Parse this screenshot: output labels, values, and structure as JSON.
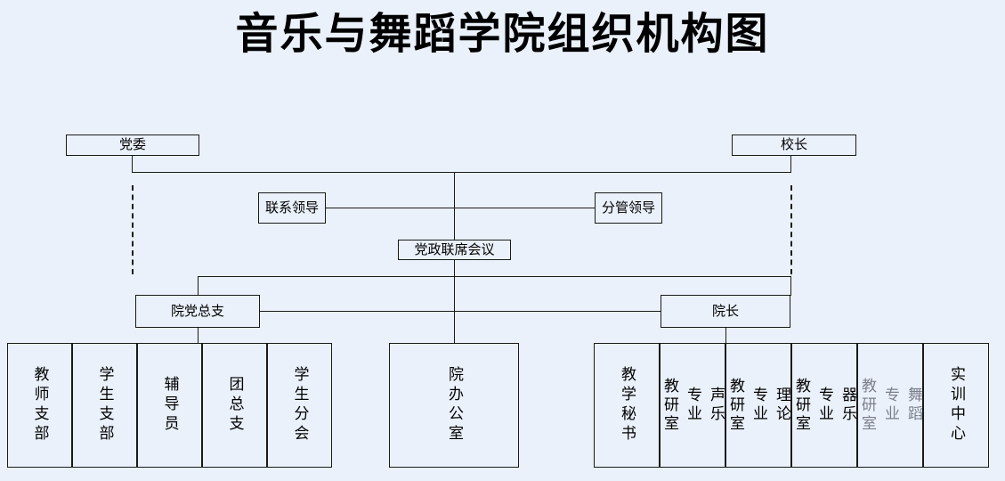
{
  "chart_data": {
    "type": "diagram",
    "title": "音乐与舞蹈学院组织机构图",
    "orientation": "top-down org chart",
    "nodes": [
      {
        "id": "party_committee",
        "label": "党委",
        "level": 1
      },
      {
        "id": "president",
        "label": "校长",
        "level": 1
      },
      {
        "id": "liaison_leader",
        "label": "联系领导",
        "level": 2
      },
      {
        "id": "supervising_leader",
        "label": "分管领导",
        "level": 2
      },
      {
        "id": "joint_meeting",
        "label": "党政联席会议",
        "level": 3
      },
      {
        "id": "college_party_branch",
        "label": "院党总支",
        "level": 4
      },
      {
        "id": "dean",
        "label": "院长",
        "level": 4
      },
      {
        "id": "teacher_branch",
        "label": "教师支部",
        "level": 5
      },
      {
        "id": "student_branch",
        "label": "学生支部",
        "level": 5
      },
      {
        "id": "counselor",
        "label": "辅导员",
        "level": 5
      },
      {
        "id": "youth_league_branch",
        "label": "团总支",
        "level": 5
      },
      {
        "id": "student_union",
        "label": "学生分会",
        "level": 5
      },
      {
        "id": "college_office",
        "label": "院办公室",
        "level": 5
      },
      {
        "id": "teaching_secretary",
        "label": "教学秘书",
        "level": 5
      },
      {
        "id": "vocal_music_office",
        "label": "声乐专业教研室",
        "level": 5
      },
      {
        "id": "theory_office",
        "label": "理论专业教研室",
        "level": 5
      },
      {
        "id": "instrumental_office",
        "label": "器乐专业教研室",
        "level": 5
      },
      {
        "id": "dance_office",
        "label": "舞蹈专业教研室",
        "level": 5
      },
      {
        "id": "training_center",
        "label": "实训中心",
        "level": 5
      }
    ],
    "edges": [
      {
        "from": "party_committee",
        "to": "liaison_leader",
        "style": "solid"
      },
      {
        "from": "president",
        "to": "supervising_leader",
        "style": "solid"
      },
      {
        "from": "liaison_leader",
        "to": "supervising_leader",
        "style": "solid"
      },
      {
        "from": "party_committee",
        "to": "college_party_branch",
        "style": "dashed"
      },
      {
        "from": "president",
        "to": "dean",
        "style": "dashed"
      },
      {
        "from": "joint_meeting",
        "to": "college_party_branch",
        "style": "solid"
      },
      {
        "from": "joint_meeting",
        "to": "dean",
        "style": "solid"
      },
      {
        "from": "joint_meeting",
        "to": "college_office",
        "style": "solid"
      },
      {
        "from": "college_party_branch",
        "to": "teacher_branch",
        "style": "solid"
      },
      {
        "from": "dean",
        "to": "teaching_secretary",
        "style": "solid"
      }
    ]
  },
  "title": "音乐与舞蹈学院组织机构图",
  "nodes": {
    "party_committee": "党委",
    "president": "校长",
    "liaison_leader": "联系领导",
    "supervising_leader": "分管领导",
    "joint_meeting": "党政联席会议",
    "college_party_branch": "院党总支",
    "dean": "院长",
    "teacher_branch": "教师支部",
    "student_branch": "学生支部",
    "counselor": "辅导员",
    "youth_league_branch": "团总支",
    "student_union": "学生分会",
    "college_office": "院办公室",
    "teaching_secretary": "教学秘书",
    "vocal_music_office": "声乐专业教研室",
    "theory_office": "理论专业教研室",
    "instrumental_office": "器乐专业教研室",
    "dance_office": "舞蹈专业教研室",
    "training_center": "实训中心"
  },
  "colors": {
    "background": "#eaf1fa",
    "border": "#1a1a1a",
    "text": "#000000",
    "dim_text": "#7b7f8a"
  }
}
